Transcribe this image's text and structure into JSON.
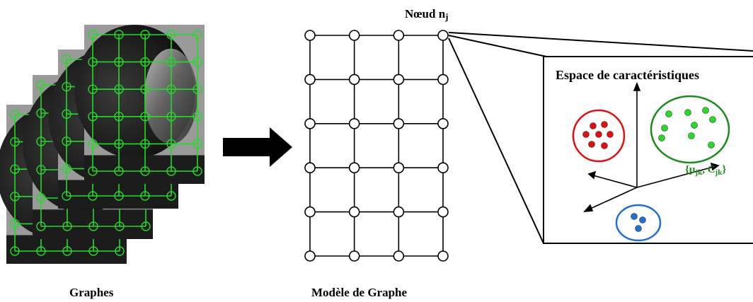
{
  "labels": {
    "graphs": "Graphes",
    "graph_model": "Modèle de Graphe",
    "node_name": "Nœud n",
    "node_subscript": "j",
    "feature_space": "Espace de caractéristiques",
    "param_open": "{μ",
    "param_mid": ", C",
    "param_sub": "jk",
    "param_close": "}"
  },
  "colors": {
    "graph_overlay": "#22dd22",
    "cluster_red": "#e01010",
    "cluster_green": "#1a8c1a",
    "cluster_blue": "#1e6fd8",
    "green_points": "#22dd22"
  },
  "graph_model": {
    "rows": 6,
    "cols": 4
  },
  "image_stack_graph": {
    "rows": 6,
    "cols": 5
  }
}
